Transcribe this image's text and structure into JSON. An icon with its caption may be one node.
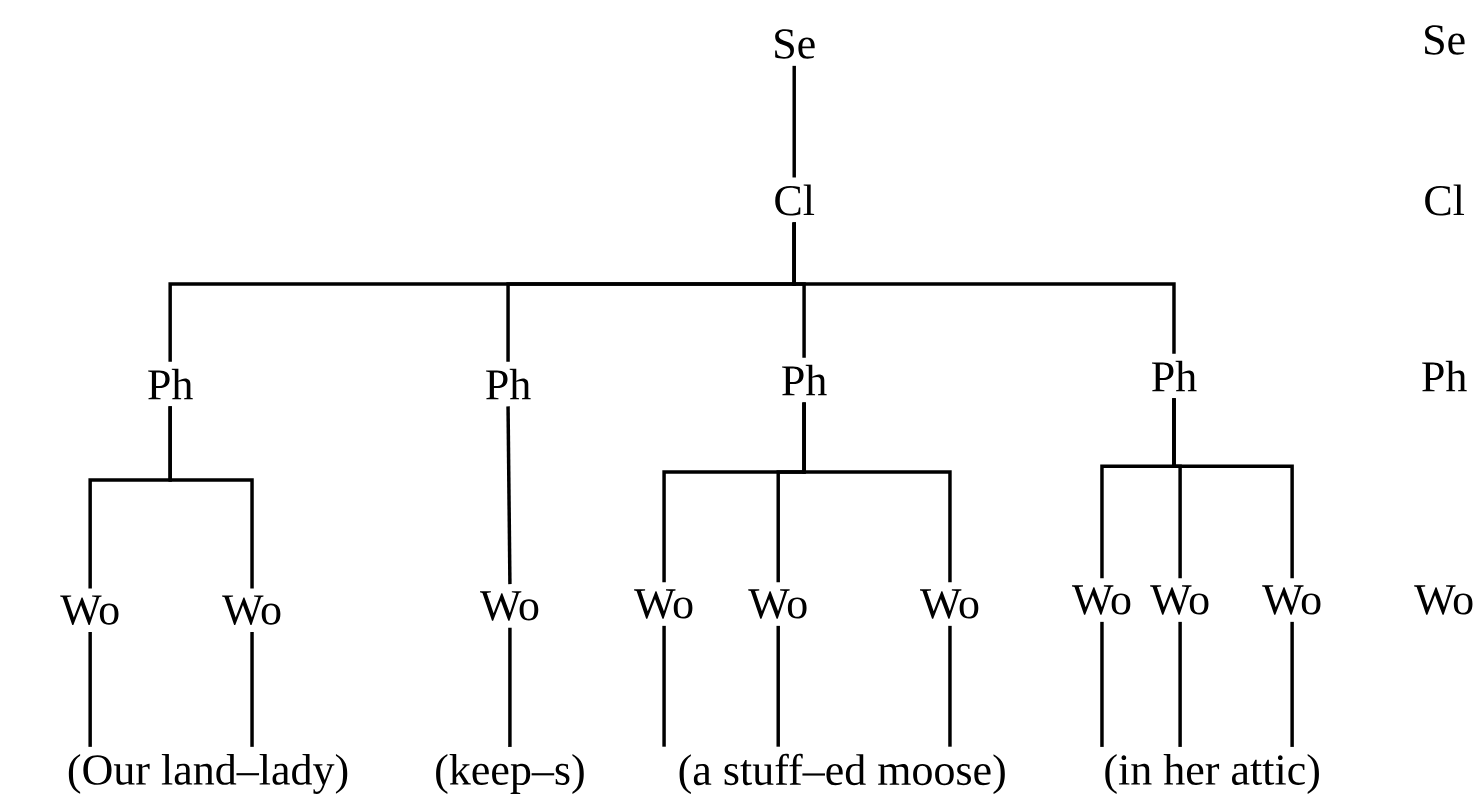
{
  "diagram": {
    "nodes": [
      {
        "text": [
          "Se"
        ]
      },
      {
        "text": [
          "Cl"
        ]
      },
      {
        "text": [
          "Ph"
        ]
      },
      {
        "text": [
          "Ph"
        ]
      },
      {
        "text": [
          "Ph"
        ]
      },
      {
        "text": [
          "Ph"
        ]
      },
      {
        "text": [
          "Wo"
        ]
      },
      {
        "text": [
          "Wo"
        ]
      },
      {
        "text": [
          "Wo"
        ]
      },
      {
        "text": [
          "Wo"
        ]
      },
      {
        "text": [
          "Wo"
        ]
      },
      {
        "text": [
          "Wo"
        ]
      },
      {
        "text": [
          "Wo"
        ]
      },
      {
        "text": [
          "Wo"
        ]
      },
      {
        "text": [
          "Wo"
        ]
      },
      {
        "text": [
          "(Our land–lady)"
        ]
      },
      {
        "text": [
          "(keep–s)"
        ]
      },
      {
        "text": [
          "(a stuff–ed moose)"
        ]
      },
      {
        "text": [
          "(in her attic)"
        ]
      }
    ],
    "edges": [
      {
        "from": 0,
        "to": 1,
        "arrow": "none"
      },
      {
        "from": 1,
        "to": 2,
        "arrow": "none"
      },
      {
        "from": 1,
        "to": 3,
        "arrow": "none"
      },
      {
        "from": 1,
        "to": 4,
        "arrow": "none"
      },
      {
        "from": 1,
        "to": 5,
        "arrow": "none"
      },
      {
        "from": 2,
        "to": 6,
        "arrow": "none"
      },
      {
        "from": 2,
        "to": 7,
        "arrow": "none"
      },
      {
        "from": 3,
        "to": 8,
        "arrow": "none"
      },
      {
        "from": 4,
        "to": 9,
        "arrow": "none"
      },
      {
        "from": 4,
        "to": 10,
        "arrow": "none"
      },
      {
        "from": 4,
        "to": 11,
        "arrow": "none"
      },
      {
        "from": 5,
        "to": 12,
        "arrow": "none"
      },
      {
        "from": 5,
        "to": 13,
        "arrow": "none"
      },
      {
        "from": 5,
        "to": 14,
        "arrow": "none"
      },
      {
        "from": 6,
        "to": 15,
        "arrow": "none"
      },
      {
        "from": 7,
        "to": 15,
        "arrow": "none"
      },
      {
        "from": 8,
        "to": 16,
        "arrow": "none"
      },
      {
        "from": 9,
        "to": 17,
        "arrow": "none"
      },
      {
        "from": 10,
        "to": 17,
        "arrow": "none"
      },
      {
        "from": 11,
        "to": 17,
        "arrow": "none"
      },
      {
        "from": 12,
        "to": 18,
        "arrow": "none"
      },
      {
        "from": 13,
        "to": 18,
        "arrow": "none"
      },
      {
        "from": 14,
        "to": 18,
        "arrow": "none"
      }
    ],
    "labels": [
      "Se",
      "Cl",
      "Ph",
      "Wo"
    ]
  }
}
